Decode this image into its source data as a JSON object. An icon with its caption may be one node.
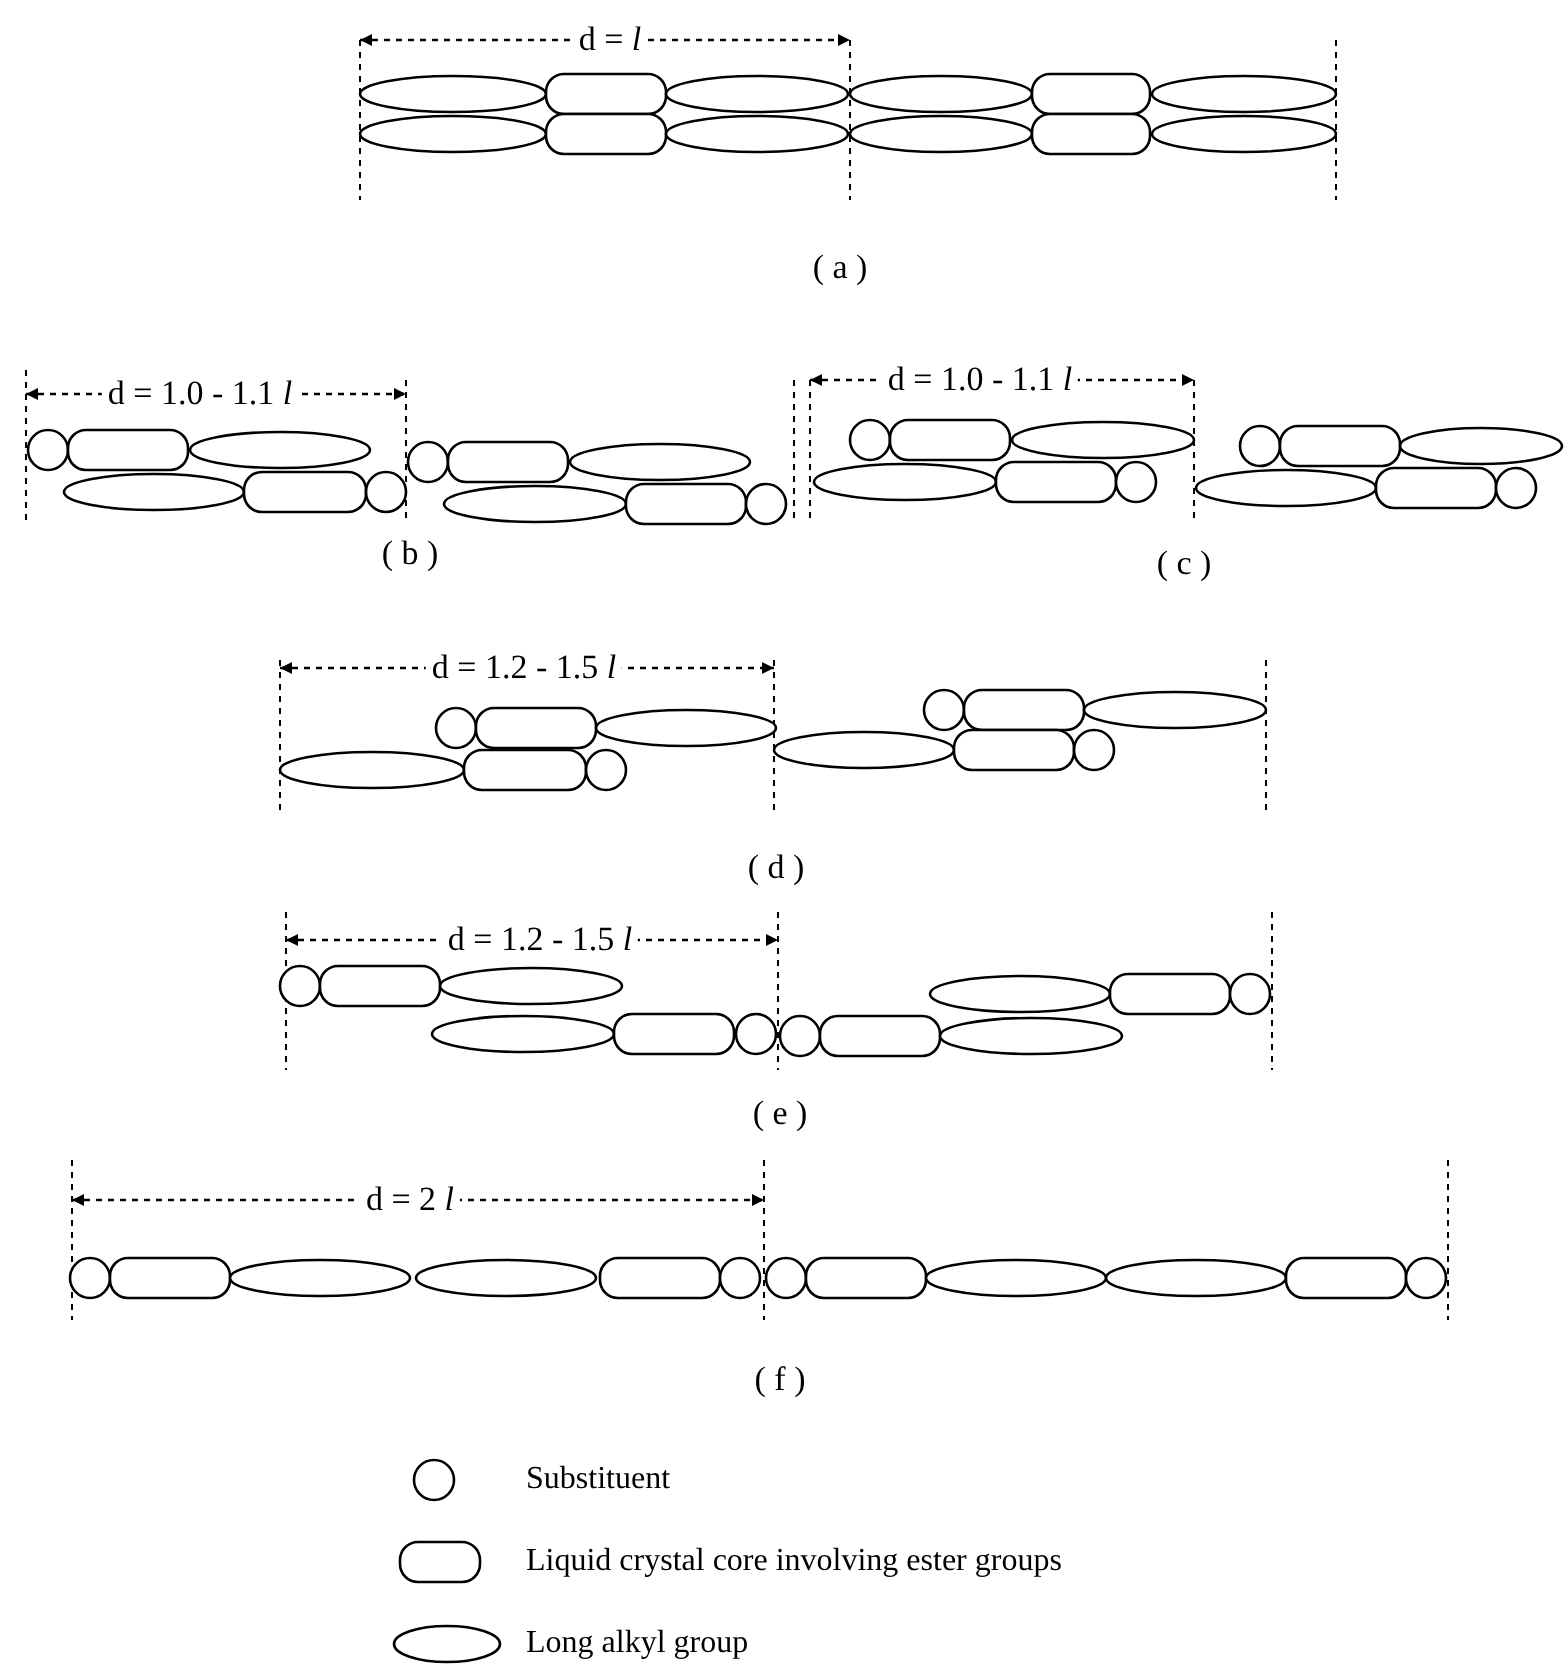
{
  "diagram": {
    "labels": [
      "d = *l*",
      "( a )",
      "d = 1.0 - 1.1 *l*",
      "d = 1.0 - 1.1 *l*",
      "( b )",
      "( c )",
      "d = 1.2 - 1.5 *l*",
      "( d )",
      "d = 1.2 - 1.5 *l*",
      "( e )",
      "d = 2 *l*",
      "( f )"
    ],
    "legend": [
      {
        "text": "Substituent"
      },
      {
        "text": "Liquid crystal core involving ester groups"
      },
      {
        "text": "Long alkyl group"
      }
    ]
  }
}
